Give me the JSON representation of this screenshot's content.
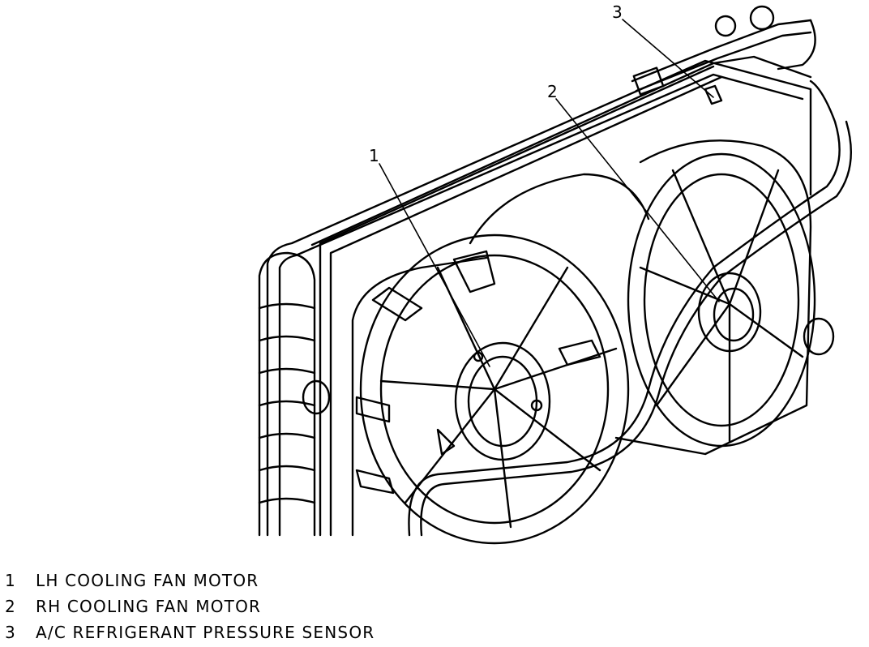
{
  "callouts": [
    {
      "number": "1",
      "label": "LH COOLING FAN MOTOR"
    },
    {
      "number": "2",
      "label": "RH COOLING FAN MOTOR"
    },
    {
      "number": "3",
      "label": "A/C REFRIGERANT PRESSURE SENSOR"
    }
  ]
}
